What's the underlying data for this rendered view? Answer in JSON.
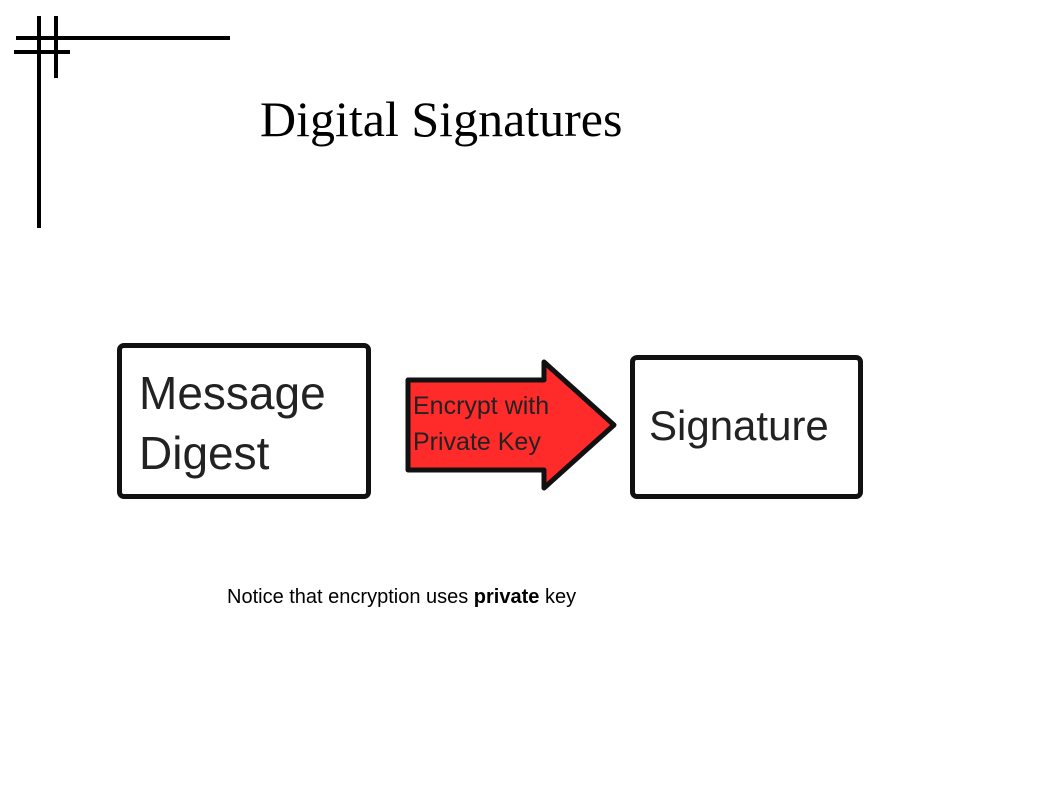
{
  "slide": {
    "title": "Digital Signatures"
  },
  "diagram": {
    "source_box": {
      "line1": "Message",
      "line2": "Digest"
    },
    "arrow": {
      "line1": "Encrypt with",
      "line2": "Private Key",
      "fill_color": "#ff2b2b"
    },
    "result_box": {
      "label": "Signature"
    }
  },
  "caption": {
    "before": "Notice that encryption uses ",
    "emphasis": "private",
    "after": " key"
  }
}
